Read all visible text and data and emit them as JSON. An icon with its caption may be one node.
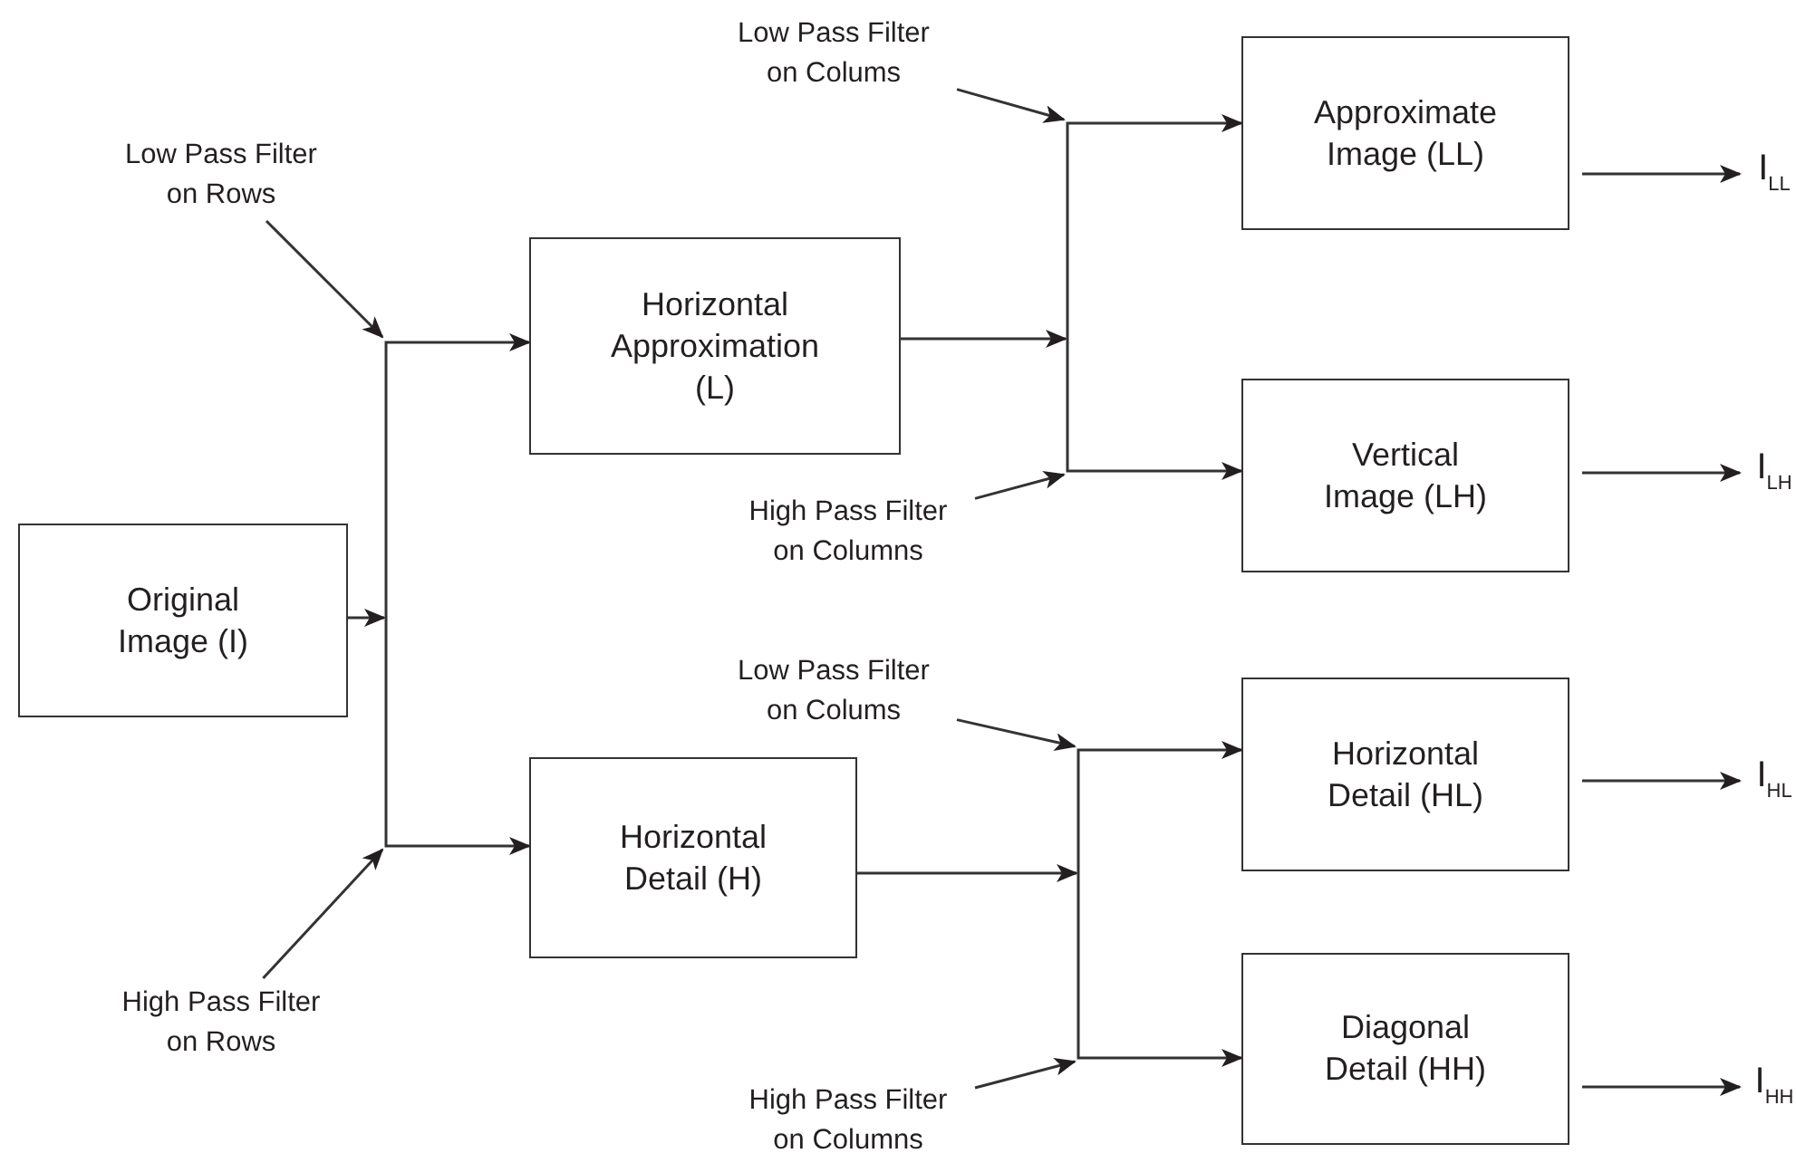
{
  "diagram": {
    "nodes": [
      {
        "text": [
          "Original Image (I)"
        ]
      },
      {
        "text": [
          "Horizontal Approximation (L)"
        ]
      },
      {
        "text": [
          "Horizontal Detail (H)"
        ]
      },
      {
        "text": [
          "Approximate Image (LL)"
        ]
      },
      {
        "text": [
          "Vertical Image (LH)"
        ]
      },
      {
        "text": [
          "Horizontal Detail (HL)"
        ]
      },
      {
        "text": [
          "Diagonal Detail (HH)"
        ]
      },
      {
        "text": [
          "I$_{LL}$"
        ]
      },
      {
        "text": [
          "I$_{LH}$"
        ]
      },
      {
        "text": [
          "I$_{HL}$"
        ]
      },
      {
        "text": [
          "I$_{HH}$"
        ]
      },
      {
        "text": [
          "Low Pass Filter on Rows"
        ]
      },
      {
        "text": [
          "High Pass Filter on Rows"
        ]
      },
      {
        "text": [
          "Low Pass Filter on Colums"
        ]
      },
      {
        "text": [
          "High Pass Filter on Columns"
        ]
      },
      {
        "text": [
          "Low Pass Filter on Colums"
        ]
      },
      {
        "text": [
          "High Pass Filter on Columns"
        ]
      }
    ],
    "edges": [
      {
        "from": 0,
        "to": 1,
        "arrow": "to"
      },
      {
        "from": 0,
        "to": 2,
        "arrow": "to"
      },
      {
        "from": 1,
        "to": 3,
        "arrow": "to"
      },
      {
        "from": 1,
        "to": 4,
        "arrow": "to"
      },
      {
        "from": 2,
        "to": 5,
        "arrow": "to"
      },
      {
        "from": 2,
        "to": 6,
        "arrow": "to"
      },
      {
        "from": 3,
        "to": 7,
        "arrow": "to"
      },
      {
        "from": 4,
        "to": 8,
        "arrow": "to"
      },
      {
        "from": 5,
        "to": 9,
        "arrow": "to"
      },
      {
        "from": 6,
        "to": 10,
        "arrow": "to"
      },
      {
        "from": 11,
        "to": null,
        "arrow": "to"
      },
      {
        "from": 12,
        "to": null,
        "arrow": "to"
      },
      {
        "from": 13,
        "to": null,
        "arrow": "to"
      },
      {
        "from": 14,
        "to": null,
        "arrow": "to"
      },
      {
        "from": 15,
        "to": null,
        "arrow": "to"
      },
      {
        "from": 16,
        "to": null,
        "arrow": "to"
      }
    ]
  }
}
